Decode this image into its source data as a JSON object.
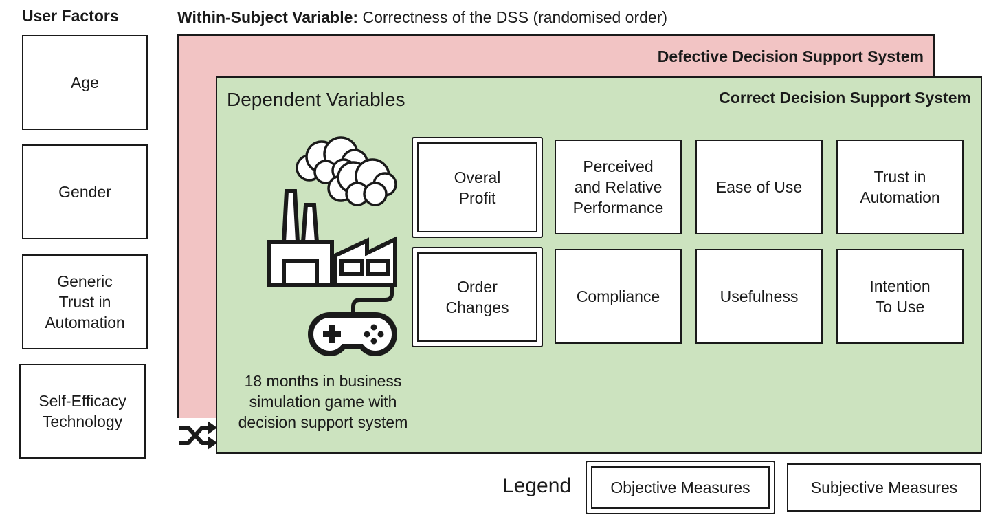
{
  "user_factors": {
    "title": "User Factors",
    "items": [
      "Age",
      "Gender",
      "Generic\nTrust in\nAutomation",
      "Self-Efficacy\nTechnology"
    ]
  },
  "within_subject": {
    "label_bold": "Within-Subject Variable:",
    "label_rest": " Correctness of the DSS (randomised order)"
  },
  "defective_dss": {
    "label": "Defective Decision Support System"
  },
  "correct_dss": {
    "label": "Correct Decision Support System",
    "dependent_label": "Dependent Variables"
  },
  "simulation": {
    "text": "18 months in business\nsimulation game with\ndecision support system",
    "icons": [
      "cloud-icon",
      "factory-icon",
      "gamepad-icon",
      "shuffle-icon"
    ]
  },
  "objective_measures": [
    "Overal\nProfit",
    "Order\nChanges"
  ],
  "subjective_measures": [
    "Perceived\nand Relative\nPerformance",
    "Ease of Use",
    "Trust in\nAutomation",
    "Compliance",
    "Usefulness",
    "Intention\nTo Use"
  ],
  "legend": {
    "label": "Legend",
    "objective": "Objective Measures",
    "subjective": "Subjective Measures"
  },
  "colors": {
    "defective_bg": "#f2c4c4",
    "correct_bg": "#cce3bf",
    "stroke": "#1a1a1a"
  }
}
